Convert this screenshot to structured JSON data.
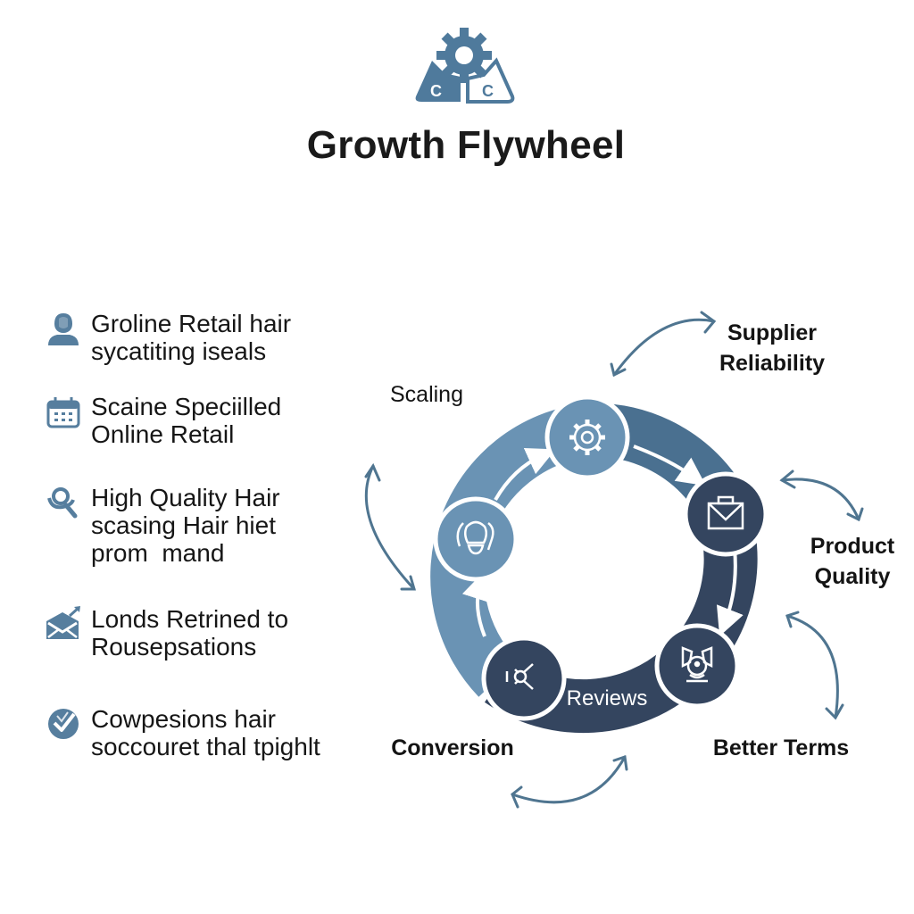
{
  "header": {
    "logo_icon": "gear-flask-icon",
    "title": "Growth Flywheel"
  },
  "sidebar": {
    "items": [
      {
        "icon": "user-icon",
        "text": "Groline Retail hair sycatiting iseals"
      },
      {
        "icon": "calendar-icon",
        "text": "Scaine Speciilled Online Retail"
      },
      {
        "icon": "magnifier-icon",
        "text": "High Quality Hair scasing Hair hiet prom  mand"
      },
      {
        "icon": "envelope-arrow-icon",
        "text": "Londs Retrined to Rousepsations"
      },
      {
        "icon": "check-badge-icon",
        "text": "Cowpesions hair soccouret thal tpighlt"
      }
    ]
  },
  "flywheel": {
    "center_label": "Reviews",
    "nodes": [
      {
        "id": "top",
        "icon": "gear-icon",
        "color": "#6a93b4"
      },
      {
        "id": "right",
        "icon": "briefcase-icon",
        "color": "#34455f"
      },
      {
        "id": "bottom-right",
        "icon": "award-icon",
        "color": "#34455f"
      },
      {
        "id": "bottom-left",
        "icon": "wrench-icon",
        "color": "#34455f"
      },
      {
        "id": "left",
        "icon": "lightbulb-icon",
        "color": "#6a93b4"
      }
    ],
    "labels": {
      "scaling": "Scaling",
      "supplier": "Supplier Reliability",
      "product": "Product Quality",
      "terms": "Better Terms",
      "conversion": "Conversion"
    }
  },
  "colors": {
    "light_blue": "#6a93b4",
    "mid_blue": "#4a7090",
    "dark_navy": "#34455f",
    "arrow": "#4f7590"
  }
}
